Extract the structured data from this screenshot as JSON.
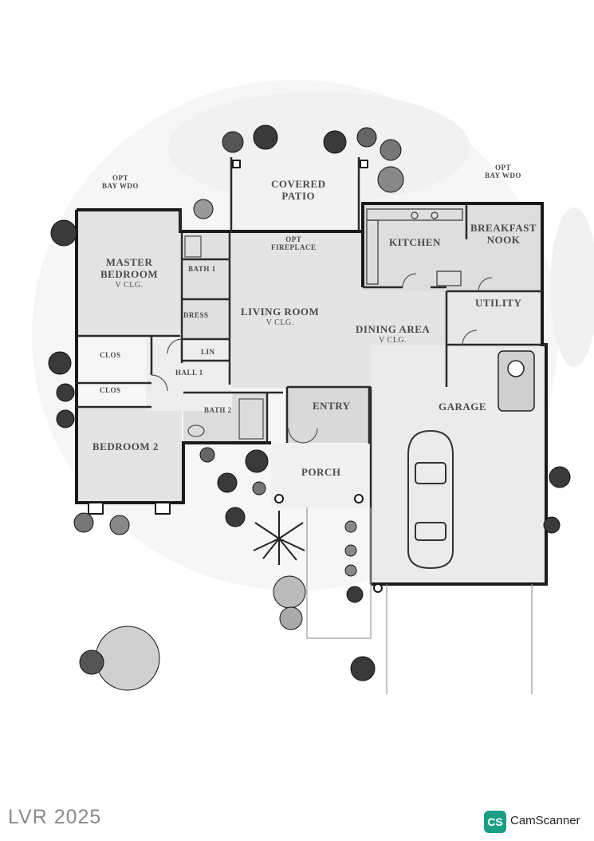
{
  "rooms": {
    "covered_patio": [
      "COVERED",
      "PATIO"
    ],
    "opt_bay_wdo_left": [
      "OPT",
      "BAY WDO"
    ],
    "opt_bay_wdo_right": [
      "OPT",
      "BAY WDO"
    ],
    "master_bedroom": [
      "MASTER",
      "BEDROOM"
    ],
    "master_bedroom_sub": "V CLG.",
    "bath1": "BATH 1",
    "dress": "DRESS",
    "clos_master": "CLOS",
    "opt_fireplace": [
      "OPT",
      "FIREPLACE"
    ],
    "living_room": "LIVING ROOM",
    "living_room_sub": "V CLG.",
    "kitchen": "KITCHEN",
    "breakfast_nook": [
      "BREAKFAST",
      "NOOK"
    ],
    "utility": "UTILITY",
    "dining_area": "DINING AREA",
    "dining_area_sub": "V CLG.",
    "lin": "LIN",
    "hall": "HALL 1",
    "clos_hall": "CLOS",
    "bath2": "BATH 2",
    "entry": "ENTRY",
    "garage": "GARAGE",
    "bedroom2": "BEDROOM 2",
    "porch": "PORCH"
  },
  "watermark": "LVR 2025",
  "scanner": {
    "badge": "CS",
    "name": "CamScanner",
    "badge_color": "#1a9e84"
  }
}
